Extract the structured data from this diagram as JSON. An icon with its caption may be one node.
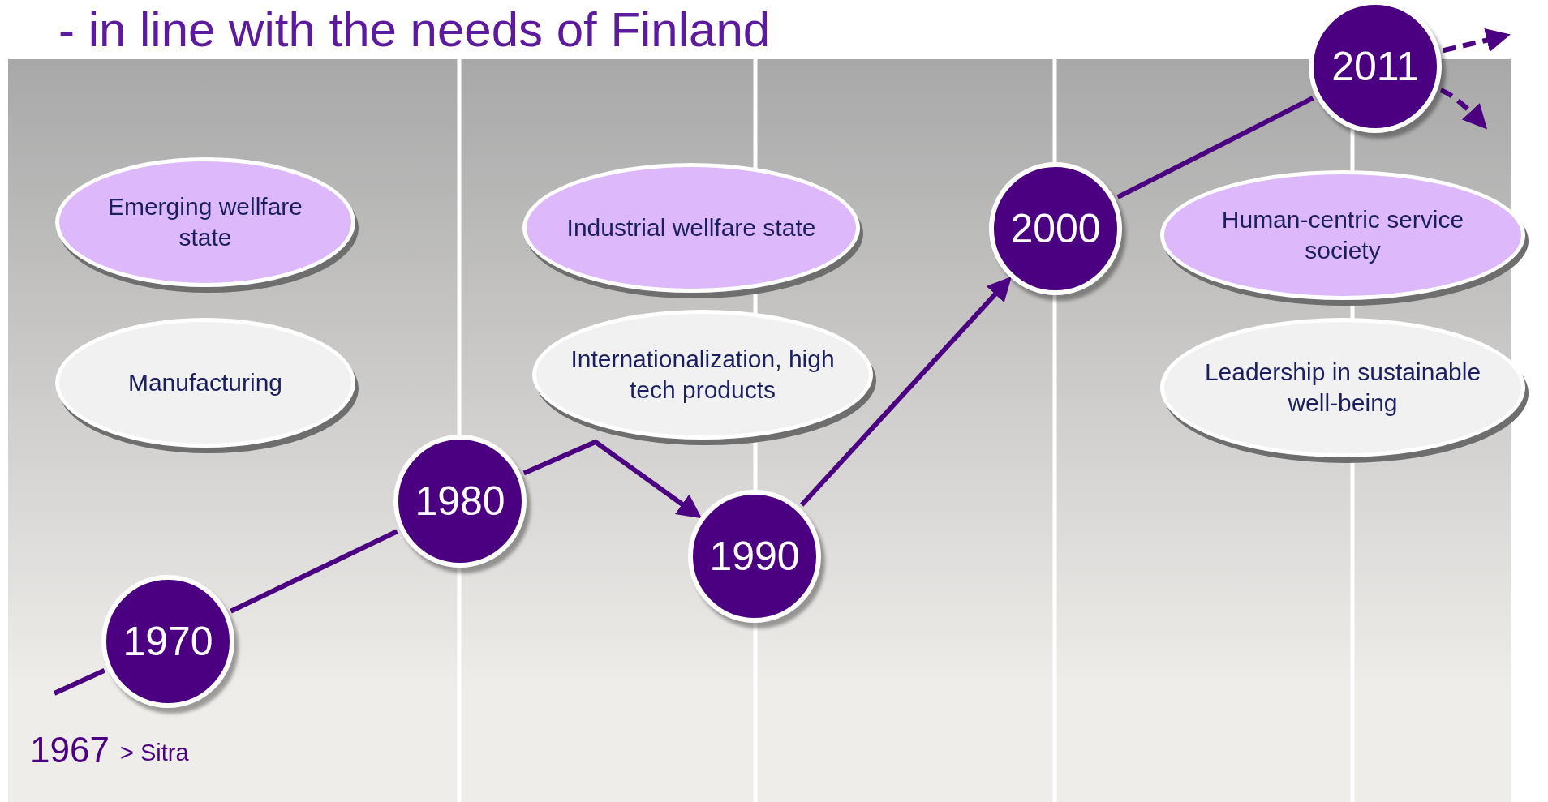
{
  "diagram": {
    "title": "- in line with the needs of Finland",
    "nodes": [
      {
        "text": [
          "Emerging wellfare state"
        ]
      },
      {
        "text": [
          "Manufacturing"
        ]
      },
      {
        "text": [
          "1970"
        ]
      },
      {
        "text": [
          "1980"
        ]
      },
      {
        "text": [
          "Industrial wellfare state"
        ]
      },
      {
        "text": [
          "Internationalization, high tech products"
        ]
      },
      {
        "text": [
          "1990"
        ]
      },
      {
        "text": [
          "2000"
        ]
      },
      {
        "text": [
          "2011"
        ]
      },
      {
        "text": [
          "Human-centric service society"
        ]
      },
      {
        "text": [
          "Leadership in sustainable well-being"
        ]
      }
    ],
    "edges": [
      {
        "from": null,
        "to": 2,
        "arrow": "none"
      },
      {
        "from": 2,
        "to": 3,
        "arrow": "none"
      },
      {
        "from": 3,
        "to": 6,
        "arrow": "to"
      },
      {
        "from": 6,
        "to": 7,
        "arrow": "to"
      },
      {
        "from": 7,
        "to": 8,
        "arrow": "none"
      },
      {
        "from": 8,
        "to": null,
        "arrow": "to",
        "style": "dashed"
      },
      {
        "from": 8,
        "to": null,
        "arrow": "to",
        "style": "dashed"
      }
    ],
    "labels": [
      "1967",
      "> Sitra"
    ]
  }
}
